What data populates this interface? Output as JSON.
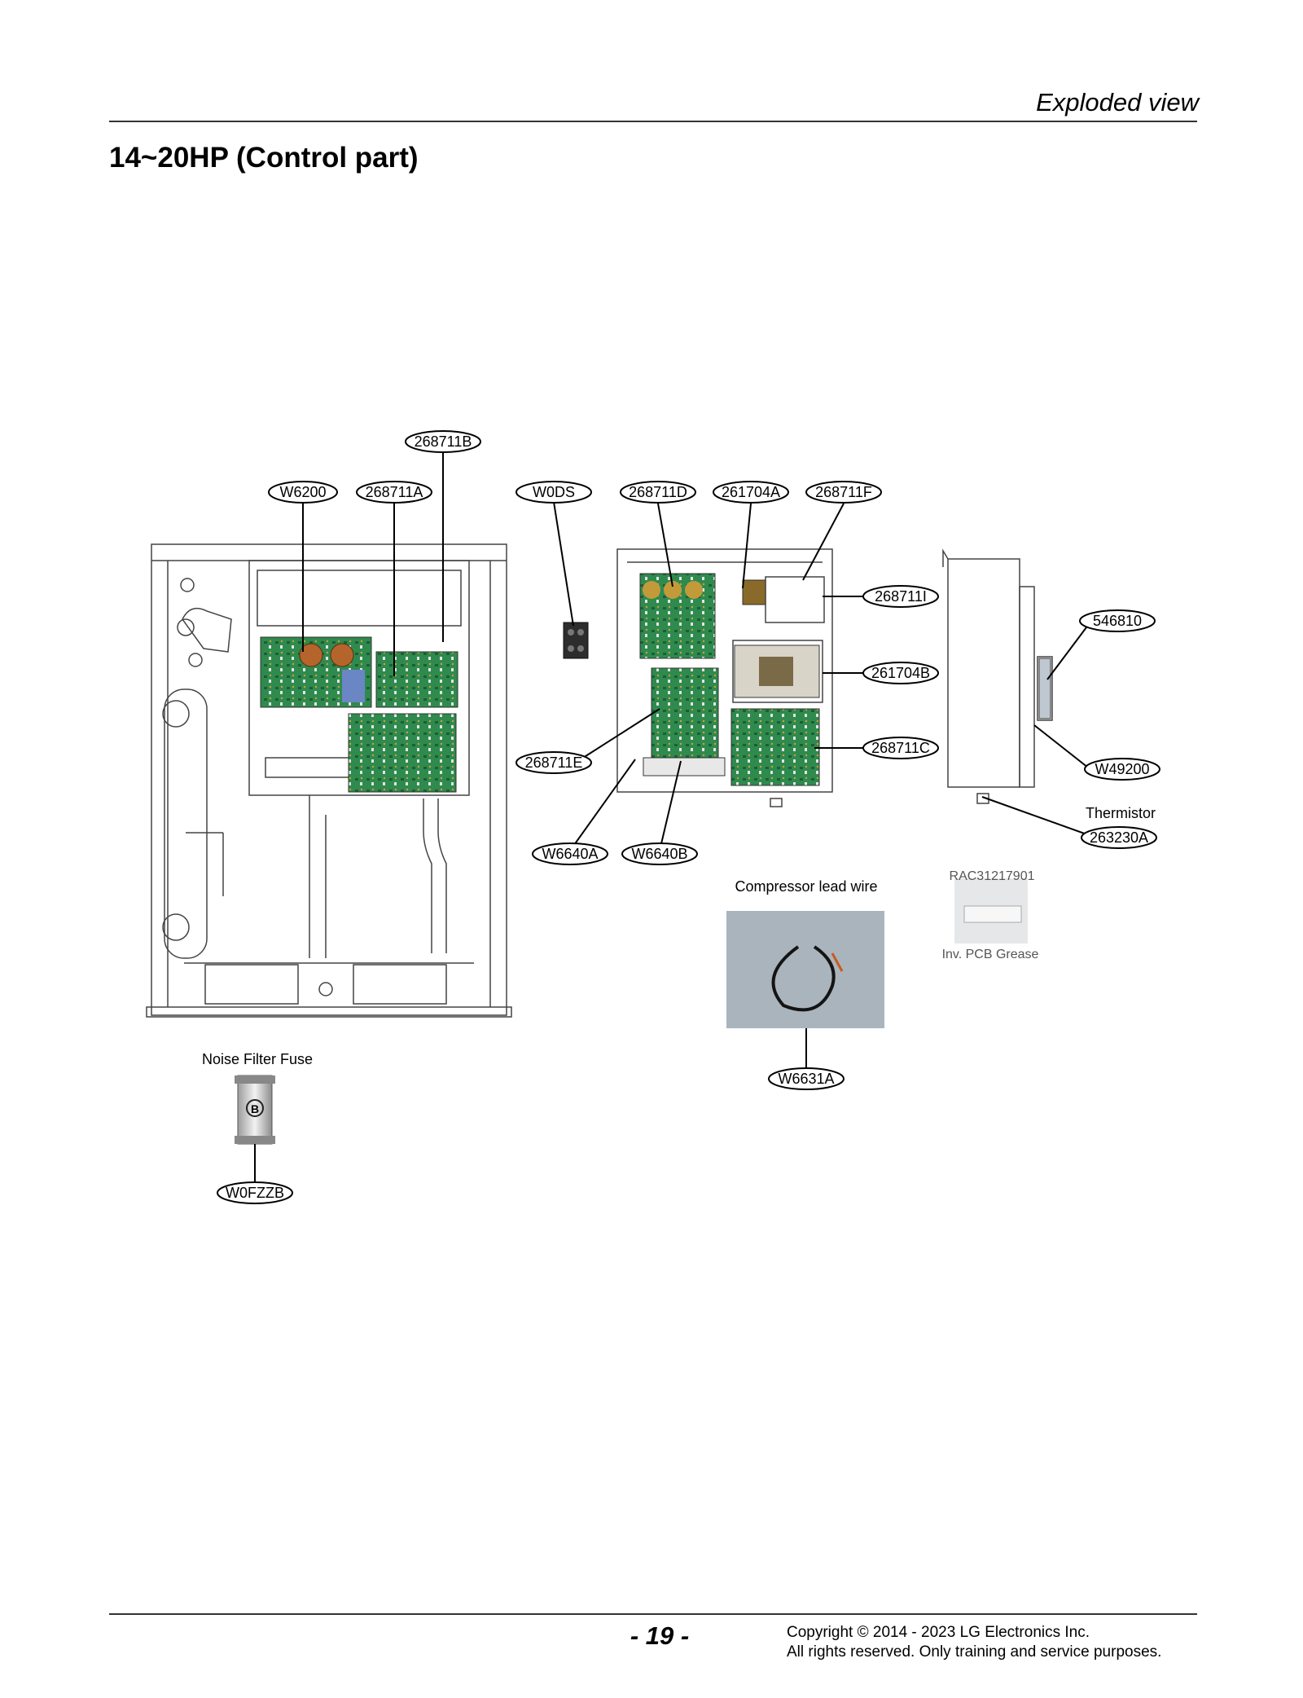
{
  "header": {
    "section": "Exploded view"
  },
  "title": "14~20HP (Control part)",
  "callouts": [
    {
      "id": "c1",
      "text": "268711B"
    },
    {
      "id": "c2",
      "text": "W6200"
    },
    {
      "id": "c3",
      "text": "268711A"
    },
    {
      "id": "c4",
      "text": "W0DS"
    },
    {
      "id": "c5",
      "text": "268711D"
    },
    {
      "id": "c6",
      "text": "261704A"
    },
    {
      "id": "c7",
      "text": "268711F"
    },
    {
      "id": "c8",
      "text": "268711I"
    },
    {
      "id": "c9",
      "text": "261704B"
    },
    {
      "id": "c10",
      "text": "268711C"
    },
    {
      "id": "c11",
      "text": "268711E"
    },
    {
      "id": "c12",
      "text": "W6640A"
    },
    {
      "id": "c13",
      "text": "W6640B"
    },
    {
      "id": "c14",
      "text": "546810"
    },
    {
      "id": "c15",
      "text": "W49200"
    },
    {
      "id": "c16",
      "text": "263230A"
    },
    {
      "id": "c17",
      "text": "W6631A"
    },
    {
      "id": "c18",
      "text": "W0FZZB"
    }
  ],
  "captions": {
    "thermistor": "Thermistor",
    "compressor_lead_wire": "Compressor lead wire",
    "noise_filter_fuse": "Noise Filter Fuse",
    "grease_code": "RAC31217901",
    "grease_label": "Inv. PCB Grease",
    "fuse_mark": "B"
  },
  "footer": {
    "page_number": "- 19 -",
    "copyright_line1": "Copyright © 2014 - 2023 LG Electronics Inc.",
    "copyright_line2": "All rights reserved. Only training and service purposes."
  }
}
